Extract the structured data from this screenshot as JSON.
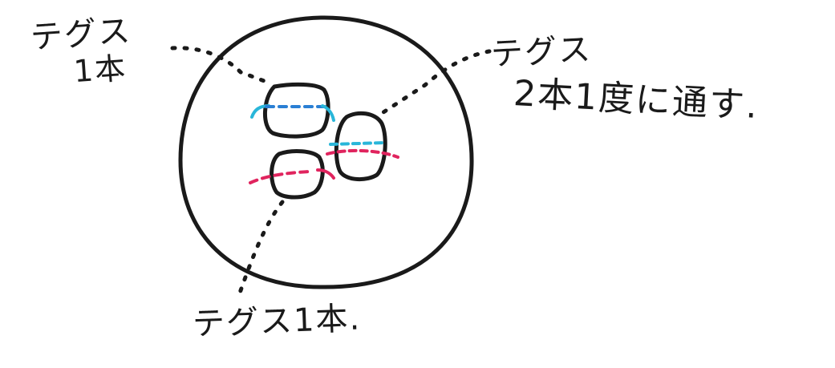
{
  "labels": {
    "top_left_line1": "テグス",
    "top_left_line2": "1本",
    "right_line1": "テグス",
    "right_line2": "2本1度に通す.",
    "bottom": "テグス1本."
  },
  "colors": {
    "ink": "#1a1a1a",
    "strand_blue": "#2a7fd4",
    "strand_cyan": "#29b6d9",
    "strand_red": "#e0245e"
  }
}
